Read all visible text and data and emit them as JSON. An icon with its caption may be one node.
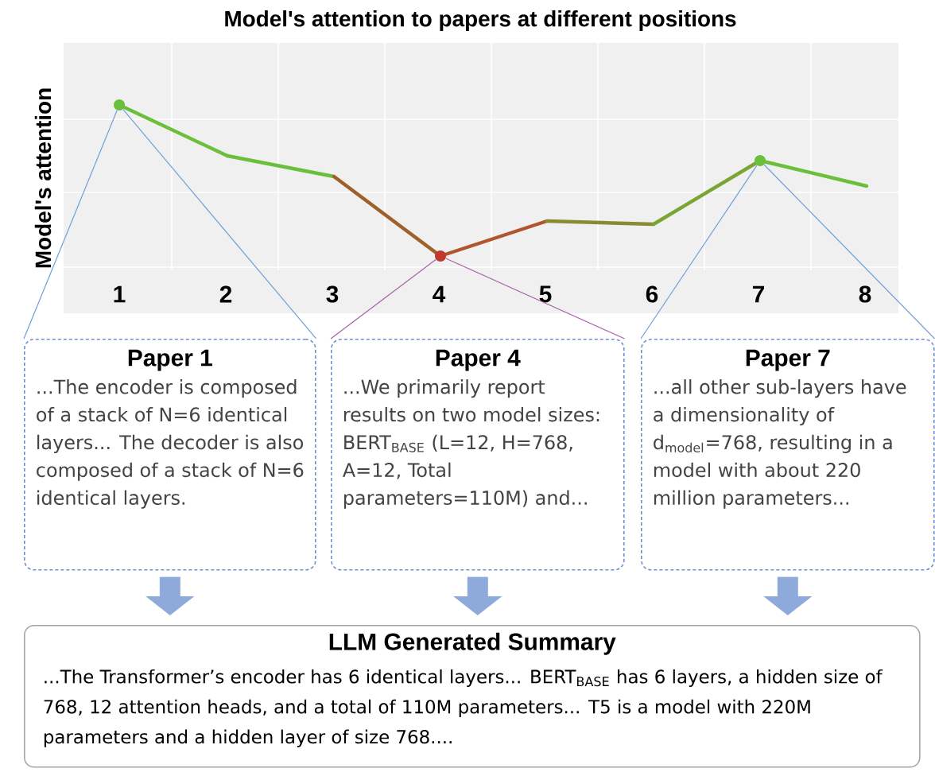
{
  "diagram": {
    "title": "Model's attention to papers at different positions",
    "nodes": [
      {
        "text": [],
        "shape": "circle"
      },
      {
        "text": [],
        "shape": "circle"
      },
      {
        "text": [],
        "shape": "circle"
      },
      {
        "text": [
          "Paper 1",
          "...The encoder is composed of a stack of N=6 identical layers... The decoder is also composed of a stack of N=6 identical layers."
        ]
      },
      {
        "text": [
          "Paper 4",
          "...We primarily report results on two model sizes: BERT$_{BASE}$ (L=12, H=768, A=12, Total parameters=110M) and..."
        ]
      },
      {
        "text": [
          "Paper 7",
          "...all other sub-layers have a dimensionality of d$_{model}$=768, resulting in a model with about 220 million parameters..."
        ]
      },
      {
        "text": [
          "LLM Generated Summary",
          "...The Transformer’s encoder has 6 identical layers... BERT$_{BASE}$ has 6 layers, a hidden size of 768, 12 attention heads, and a total of 110M parameters... T5 is a model with 220M parameters and a hidden layer of size 768...."
        ]
      }
    ],
    "edges": [
      {
        "from": 0,
        "to": 3,
        "arrow": "none"
      },
      {
        "from": 0,
        "to": 3,
        "arrow": "none"
      },
      {
        "from": 1,
        "to": 4,
        "arrow": "none",
        "color": "#a65fa6"
      },
      {
        "from": 1,
        "to": 4,
        "arrow": "none",
        "color": "#a65fa6"
      },
      {
        "from": 2,
        "to": 5,
        "arrow": "none"
      },
      {
        "from": 2,
        "to": 5,
        "arrow": "none"
      },
      {
        "from": 3,
        "to": 6,
        "arrow": "to",
        "style": "thick",
        "color": "#8eaadb"
      },
      {
        "from": 4,
        "to": 6,
        "arrow": "to",
        "style": "thick",
        "color": "#8eaadb"
      },
      {
        "from": 5,
        "to": 6,
        "arrow": "to",
        "style": "thick",
        "color": "#8eaadb"
      }
    ],
    "labels": [
      "Model's attention",
      "1",
      "2",
      "3",
      "4",
      "5",
      "6",
      "7",
      "8"
    ]
  }
}
